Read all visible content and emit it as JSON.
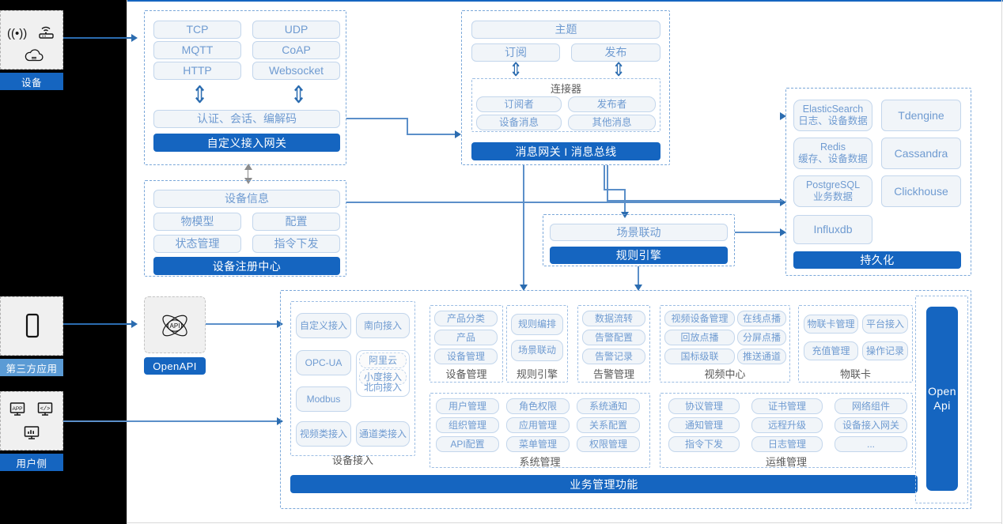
{
  "actors": [
    {
      "name": "device",
      "label": "设备",
      "icons": [
        "wifi-signal-icon",
        "router-icon",
        "cloud-icon"
      ]
    },
    {
      "name": "third-party-app",
      "label": "第三方应用",
      "icons": [
        "mobile-phone-icon"
      ]
    },
    {
      "name": "user-side",
      "label": "用户侧",
      "icons": [
        "app-monitor-icon",
        "code-monitor-icon",
        "chart-monitor-icon"
      ]
    }
  ],
  "gateway": {
    "protocols": [
      "TCP",
      "UDP",
      "MQTT",
      "CoAP",
      "HTTP",
      "Websocket"
    ],
    "middle": "认证、会话、编解码",
    "title": "自定义接入网关"
  },
  "message_bus": {
    "topic": "主题",
    "subscribe": "订阅",
    "publish": "发布",
    "connector_title": "连接器",
    "connector_items": [
      "订阅者",
      "发布者",
      "设备消息",
      "其他消息"
    ],
    "title": "消息网关 I 消息总线"
  },
  "registry": {
    "info": "设备信息",
    "items": [
      "物模型",
      "配置",
      "状态管理",
      "指令下发"
    ],
    "title": "设备注册中心"
  },
  "rule_engine": {
    "scene": "场景联动",
    "title": "规则引擎"
  },
  "persistence": {
    "stores": [
      {
        "name": "ElasticSearch",
        "desc": "日志、设备数据"
      },
      {
        "name": "Tdengine",
        "desc": ""
      },
      {
        "name": "Redis",
        "desc": "缓存、设备数据"
      },
      {
        "name": "Cassandra",
        "desc": ""
      },
      {
        "name": "PostgreSQL",
        "desc": "业务数据"
      },
      {
        "name": "Clickhouse",
        "desc": ""
      },
      {
        "name": "Influxdb",
        "desc": ""
      }
    ],
    "title": "持久化"
  },
  "openapi": {
    "icon": "api-atom-icon",
    "label": "OpenAPI"
  },
  "open_api_bar": {
    "line1": "Open",
    "line2": "Api"
  },
  "business": {
    "title": "业务管理功能",
    "groups": [
      {
        "name": "device-access",
        "label": "设备接入",
        "items": [
          "自定义接入",
          "南向接入",
          "OPC-UA",
          "阿里云",
          "小度接入",
          "北向接入",
          "Modbus",
          "视频类接入",
          "通道类接入"
        ]
      },
      {
        "name": "device-management",
        "label": "设备管理",
        "items": [
          "产品分类",
          "产品",
          "设备管理"
        ]
      },
      {
        "name": "rule-engine",
        "label": "规则引擎",
        "items": [
          "规则编排",
          "场景联动"
        ]
      },
      {
        "name": "alarm-management",
        "label": "告警管理",
        "items": [
          "数据流转",
          "告警配置",
          "告警记录"
        ]
      },
      {
        "name": "video-center",
        "label": "视频中心",
        "items": [
          "视频设备管理",
          "在线点播",
          "回放点播",
          "分屏点播",
          "国标级联",
          "推送通道"
        ]
      },
      {
        "name": "iot-card",
        "label": "物联卡",
        "items": [
          "物联卡管理",
          "平台接入",
          "充值管理",
          "操作记录"
        ]
      },
      {
        "name": "system-management",
        "label": "系统管理",
        "items": [
          "用户管理",
          "角色权限",
          "系统通知",
          "组织管理",
          "应用管理",
          "关系配置",
          "API配置",
          "菜单管理",
          "权限管理"
        ]
      },
      {
        "name": "ops-management",
        "label": "运维管理",
        "items": [
          "协议管理",
          "证书管理",
          "网络组件",
          "通知管理",
          "远程升级",
          "设备接入网关",
          "指令下发",
          "日志管理",
          "..."
        ]
      }
    ]
  },
  "colors": {
    "accent": "#1565c0",
    "accent_soft": "#5b9bd5",
    "chip_border": "#c3d6ec",
    "chip_text": "#6f9bd1",
    "dash_border": "#7aa7d9",
    "rail": "#000000"
  }
}
